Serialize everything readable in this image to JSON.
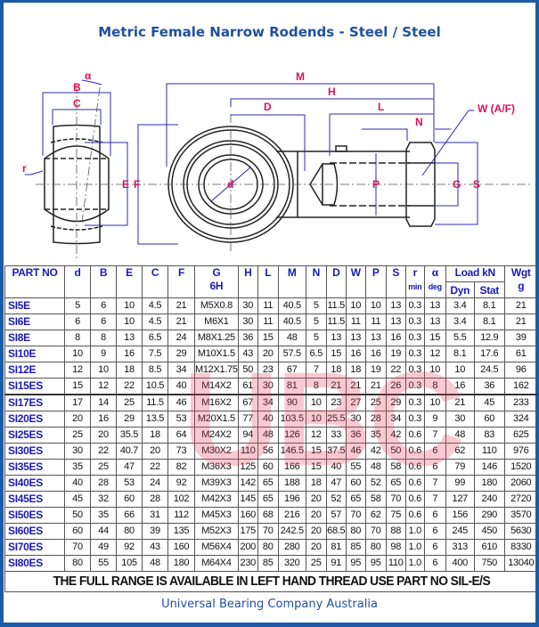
{
  "title": "Metric Female Narrow Rodends - Steel / Steel",
  "diagram": {
    "labels": {
      "alpha": "α",
      "B": "B",
      "C": "C",
      "r": "r",
      "E": "E",
      "F": "F",
      "M": "M",
      "H": "H",
      "D": "D",
      "L": "L",
      "N": "N",
      "W": "W (A/F)",
      "d": "d",
      "P": "P",
      "G": "G",
      "S": "S"
    },
    "accent_color": "#e0105a",
    "dimension_line_color": "#2b2bb0"
  },
  "table": {
    "headers": {
      "part_no": "PART NO",
      "d": "d",
      "B": "B",
      "E": "E",
      "C": "C",
      "F": "F",
      "G": "G",
      "G_sub": "6H",
      "H": "H",
      "L": "L",
      "M": "M",
      "N": "N",
      "D": "D",
      "W": "W",
      "P": "P",
      "S": "S",
      "r": "r",
      "r_sub": "min",
      "alpha": "α",
      "alpha_sub": "deg",
      "load": "Load kN",
      "dyn": "Dyn",
      "stat": "Stat",
      "wgt": "Wgt",
      "wgt_sub": "g"
    },
    "rows": [
      [
        "SI5E",
        "5",
        "6",
        "10",
        "4.5",
        "21",
        "M5X0.8",
        "30",
        "11",
        "40.5",
        "5",
        "11.5",
        "10",
        "10",
        "13",
        "0.3",
        "13",
        "3.4",
        "8.1",
        "21"
      ],
      [
        "SI6E",
        "6",
        "6",
        "10",
        "4.5",
        "21",
        "M6X1",
        "30",
        "11",
        "40.5",
        "5",
        "11.5",
        "11",
        "11",
        "13",
        "0.3",
        "13",
        "3.4",
        "8.1",
        "21"
      ],
      [
        "SI8E",
        "8",
        "8",
        "13",
        "6.5",
        "24",
        "M8X1.25",
        "36",
        "15",
        "48",
        "5",
        "13",
        "13",
        "13",
        "16",
        "0.3",
        "15",
        "5.5",
        "12.9",
        "39"
      ],
      [
        "SI10E",
        "10",
        "9",
        "16",
        "7.5",
        "29",
        "M10X1.5",
        "43",
        "20",
        "57.5",
        "6.5",
        "15",
        "16",
        "16",
        "19",
        "0.3",
        "12",
        "8.1",
        "17.6",
        "61"
      ],
      [
        "SI12E",
        "12",
        "10",
        "18",
        "8.5",
        "34",
        "M12X1.75",
        "50",
        "23",
        "67",
        "7",
        "18",
        "18",
        "19",
        "22",
        "0.3",
        "10",
        "10",
        "24.5",
        "96"
      ],
      [
        "SI15ES",
        "15",
        "12",
        "22",
        "10.5",
        "40",
        "M14X2",
        "61",
        "30",
        "81",
        "8",
        "21",
        "21",
        "21",
        "26",
        "0.3",
        "8",
        "16",
        "36",
        "162"
      ],
      [
        "SI17ES",
        "17",
        "14",
        "25",
        "11.5",
        "46",
        "M16X2",
        "67",
        "34",
        "90",
        "10",
        "23",
        "27",
        "25",
        "29",
        "0.3",
        "10",
        "21",
        "45",
        "233"
      ],
      [
        "SI20ES",
        "20",
        "16",
        "29",
        "13.5",
        "53",
        "M20X1.5",
        "77",
        "40",
        "103.5",
        "10",
        "25.5",
        "30",
        "28",
        "34",
        "0.3",
        "9",
        "30",
        "60",
        "324"
      ],
      [
        "SI25ES",
        "25",
        "20",
        "35.5",
        "18",
        "64",
        "M24X2",
        "94",
        "48",
        "126",
        "12",
        "33",
        "36",
        "35",
        "42",
        "0.6",
        "7",
        "48",
        "83",
        "625"
      ],
      [
        "SI30ES",
        "30",
        "22",
        "40.7",
        "20",
        "73",
        "M30X2",
        "110",
        "56",
        "146.5",
        "15",
        "37.5",
        "46",
        "42",
        "50",
        "0.6",
        "6",
        "62",
        "110",
        "976"
      ],
      [
        "SI35ES",
        "35",
        "25",
        "47",
        "22",
        "82",
        "M36X3",
        "125",
        "60",
        "166",
        "15",
        "40",
        "55",
        "48",
        "58",
        "0.6",
        "6",
        "79",
        "146",
        "1520"
      ],
      [
        "SI40ES",
        "40",
        "28",
        "53",
        "24",
        "92",
        "M39X3",
        "142",
        "65",
        "188",
        "18",
        "47",
        "60",
        "52",
        "65",
        "0.6",
        "7",
        "99",
        "180",
        "2060"
      ],
      [
        "SI45ES",
        "45",
        "32",
        "60",
        "28",
        "102",
        "M42X3",
        "145",
        "65",
        "196",
        "20",
        "52",
        "65",
        "58",
        "70",
        "0.6",
        "7",
        "127",
        "240",
        "2720"
      ],
      [
        "SI50ES",
        "50",
        "35",
        "66",
        "31",
        "112",
        "M45X3",
        "160",
        "68",
        "216",
        "20",
        "57",
        "70",
        "62",
        "75",
        "0.6",
        "6",
        "156",
        "290",
        "3570"
      ],
      [
        "SI60ES",
        "60",
        "44",
        "80",
        "39",
        "135",
        "M52X3",
        "175",
        "70",
        "242.5",
        "20",
        "68.5",
        "80",
        "70",
        "88",
        "1.0",
        "6",
        "245",
        "450",
        "5630"
      ],
      [
        "SI70ES",
        "70",
        "49",
        "92",
        "43",
        "160",
        "M56X4",
        "200",
        "80",
        "280",
        "20",
        "81",
        "85",
        "80",
        "98",
        "1.0",
        "6",
        "313",
        "610",
        "8330"
      ],
      [
        "SI80ES",
        "80",
        "55",
        "105",
        "48",
        "180",
        "M64X4",
        "230",
        "85",
        "320",
        "25",
        "91",
        "95",
        "95",
        "110",
        "1.0",
        "6",
        "400",
        "750",
        "13040"
      ]
    ],
    "note": "THE FULL RANGE IS AVAILABLE IN LEFT HAND THREAD  USE PART NO SIL-E/S"
  },
  "watermark": "UBC",
  "footer": "Universal Bearing Company Australia",
  "colors": {
    "frame": "#1d5aa8",
    "title": "#1f50a0",
    "header_text": "#1a1ab8",
    "watermark": "#e63c5a"
  }
}
